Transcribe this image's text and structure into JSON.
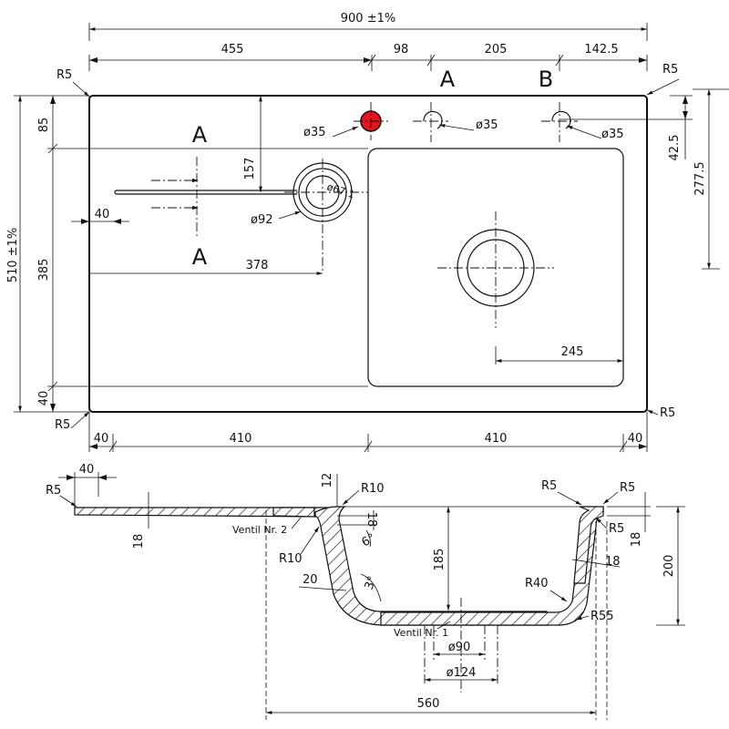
{
  "top_view": {
    "overall_width": "900 ±1%",
    "overall_height": "510 ±1%",
    "dims_top": [
      "455",
      "98",
      "205",
      "142.5"
    ],
    "dims_left": [
      "85",
      "385",
      "40"
    ],
    "dims_right": [
      "42.5",
      "277.5"
    ],
    "dims_bottom": [
      "40",
      "410",
      "410",
      "40"
    ],
    "radius": "R5",
    "hole_label": "ø35",
    "section_a": "A",
    "section_b": "B",
    "drainer_dim_157": "157",
    "drainer_dim_40": "40",
    "drainer_dim_378": "378",
    "overflow_inner": "ø67.1",
    "overflow_outer": "ø92",
    "bowl_dim": "245"
  },
  "section_view": {
    "lip_width": "40",
    "radius_r5": "R5",
    "radius_r10": "R10",
    "dim_12": "12",
    "dim_18": "18",
    "angle_6": "6°",
    "angle_3": "3°",
    "dim_20": "20",
    "depth_185": "185",
    "height_200": "200",
    "radius_r40": "R40",
    "radius_r55": "R55",
    "valve_2": "Ventil Nr. 2",
    "valve_1": "Ventil Nr. 1",
    "dia_90": "ø90",
    "dia_124": "ø124",
    "width_560": "560"
  },
  "colors": {
    "tap_hole": "#e8141c",
    "line": "#111111"
  }
}
